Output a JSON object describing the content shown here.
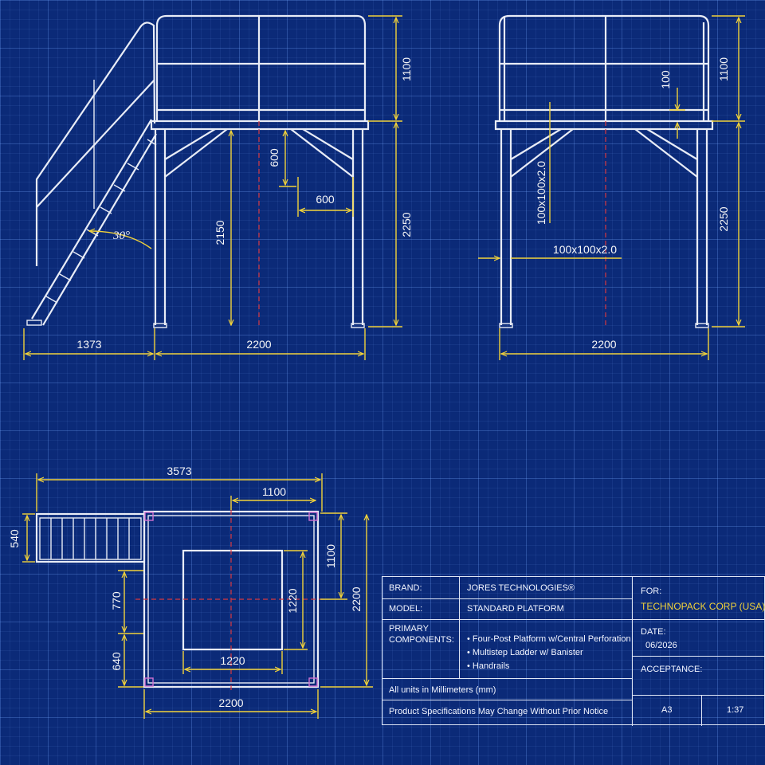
{
  "side_view": {
    "dims": {
      "stair_run": "1373",
      "platform_width": "2200",
      "rail_height": "1100",
      "total_height": "2250",
      "deck_height": "2150",
      "brace_vertical": "600",
      "brace_horizontal": "600",
      "stair_angle": "30°"
    }
  },
  "front_view": {
    "dims": {
      "rail_height": "1100",
      "toe_board": "100",
      "total_height": "2250",
      "platform_width": "2200",
      "post_vertical": "100x100x2.0",
      "post_horizontal": "100x100x2.0"
    }
  },
  "plan_view": {
    "dims": {
      "overall_length": "3573",
      "top_segment": "1100",
      "stair_width": "540",
      "right_segment": "1100",
      "depth": "2200",
      "opening_height": "1220",
      "opening_width": "1220",
      "left_upper": "770",
      "left_lower": "640",
      "bottom_width": "2200"
    }
  },
  "title_block": {
    "brand_label": "BRAND:",
    "brand_value": "JORES TECHNOLOGIES®",
    "model_label": "MODEL:",
    "model_value": "STANDARD PLATFORM",
    "components_label_1": "PRIMARY",
    "components_label_2": "COMPONENTS:",
    "components": [
      "Four-Post Platform w/Central Perforation",
      "Multistep Ladder w/ Banister",
      "Handrails"
    ],
    "units_note": "All units in Millimeters (mm)",
    "spec_note": "Product Specifications May Change Without Prior Notice",
    "for_label": "FOR:",
    "for_value": "TECHNOPACK CORP (USA)",
    "date_label": "DATE:",
    "date_value": "06/2026",
    "acceptance_label": "ACCEPTANCE:",
    "sheet_size": "A3",
    "scale": "1:37"
  }
}
